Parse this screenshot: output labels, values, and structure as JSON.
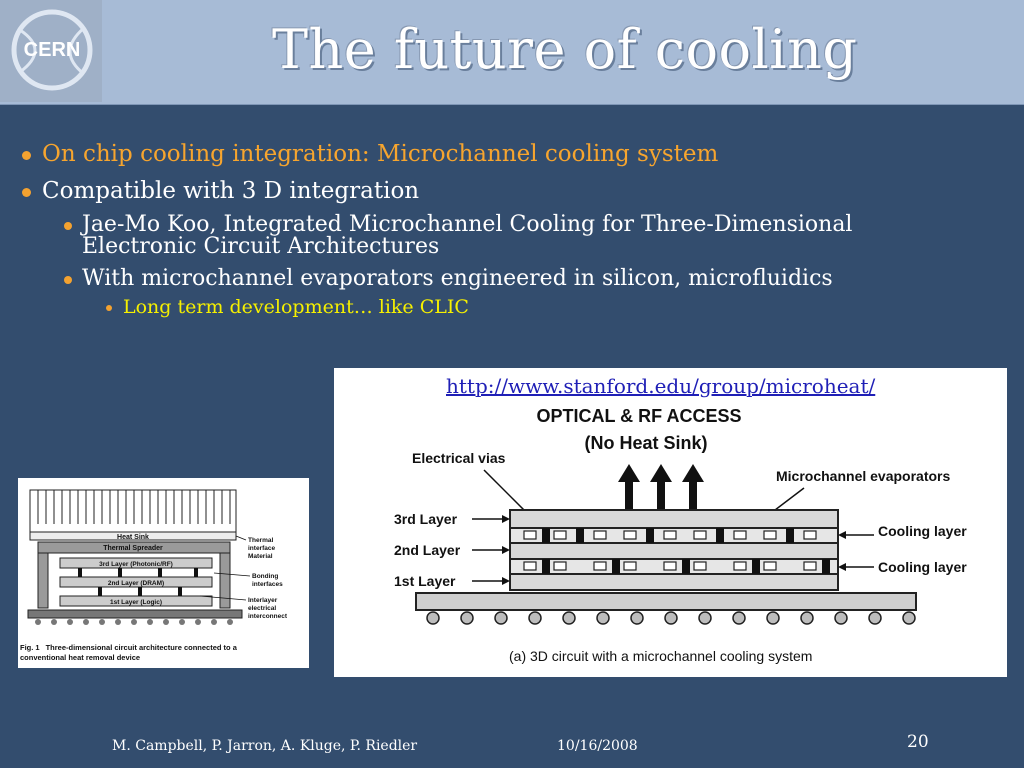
{
  "slide": {
    "logo_text": "CERN",
    "title": "The future of cooling",
    "bullets": [
      {
        "text": "On chip cooling integration: Microchannel cooling system"
      },
      {
        "text": "Compatible with 3 D integration"
      }
    ],
    "sub_bullets": [
      {
        "line1": "Jae-Mo Koo, Integrated Microchannel Cooling for Three-Dimensional",
        "line2": "Electronic Circuit Architectures"
      },
      {
        "text": "With microchannel evaporators engineered in silicon, microfluidics"
      }
    ],
    "sub_sub_bullet": "Long term development… like CLIC"
  },
  "right_figure": {
    "url": "http://www.stanford.edu/group/microheat/",
    "heading1": "OPTICAL & RF ACCESS",
    "heading2": "(No Heat Sink)",
    "electrical_vias": "Electrical vias",
    "microchannel_evaporators": "Microchannel evaporators",
    "layer3": "3rd Layer",
    "layer2": "2nd Layer",
    "layer1": "1st Layer",
    "cooling1": "Cooling layer",
    "cooling2": "Cooling layer",
    "caption": "(a) 3D circuit with a microchannel cooling system"
  },
  "left_figure": {
    "heat_sink": "Heat Sink",
    "thermal_spreader": "Thermal Spreader",
    "layer3": "3rd Layer (Photonic/RF)",
    "layer2": "2nd Layer (DRAM)",
    "layer1": "1st Layer (Logic)",
    "tim1": "Thermal",
    "tim2": "interface",
    "tim3": "Material",
    "bond1": "Bonding",
    "bond2": "interfaces",
    "inter1": "Interlayer",
    "inter2": "electrical",
    "inter3": "interconnect",
    "caption_bold": "Fig. 1",
    "caption_line1": "Three-dimensional circuit architecture connected to a",
    "caption_line2": "conventional heat removal device"
  },
  "footer": {
    "authors": "M. Campbell, P. Jarron, A. Kluge, P. Riedler",
    "date": "10/16/2008",
    "page": "20"
  }
}
